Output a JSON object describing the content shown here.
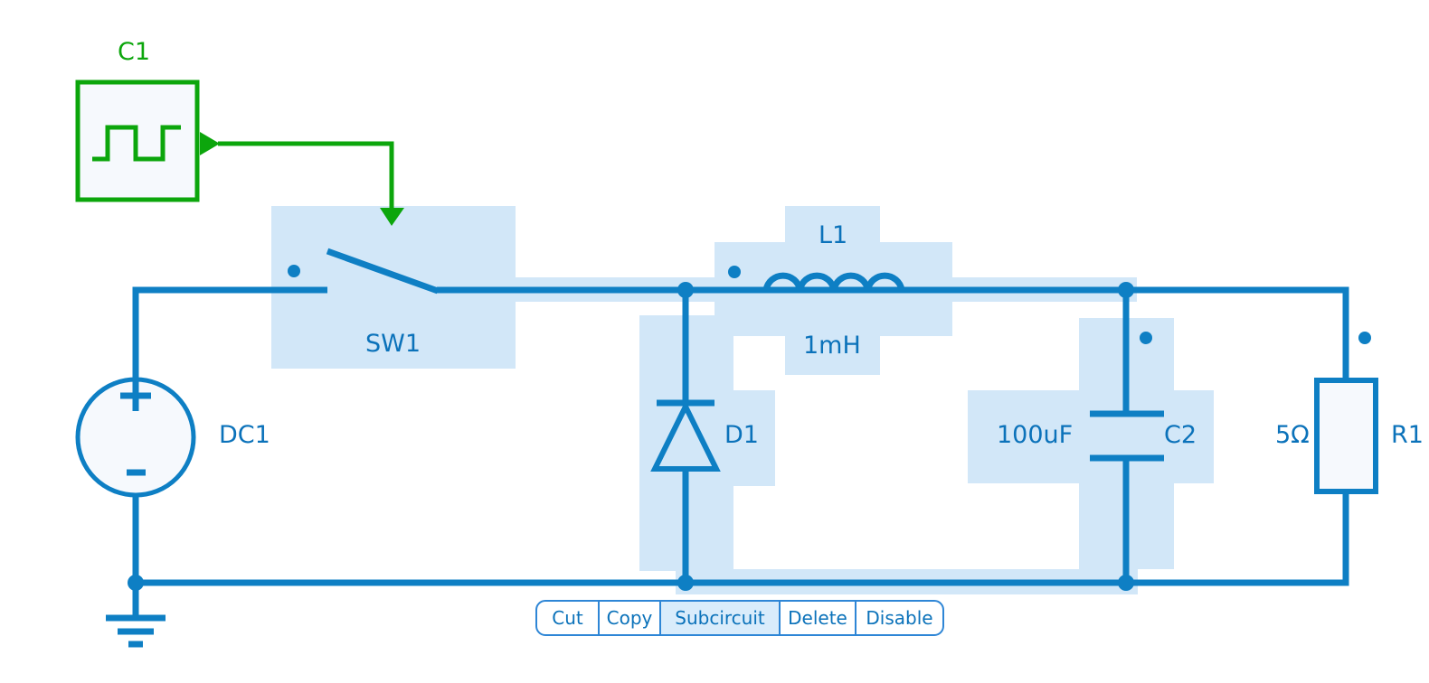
{
  "colors": {
    "wire": "#0e7fc4",
    "label_text": "#0b72ba",
    "selection_highlight": "#d2e7f8",
    "control_green": "#0ca60c",
    "component_fill": "#f6f9fd",
    "menu_border": "#2e86d6",
    "menu_hover_bg": "#d9ecfb"
  },
  "components": {
    "clock_source": {
      "label": "C1"
    },
    "switch": {
      "label": "SW1"
    },
    "dc_source": {
      "label": "DC1",
      "plus": "+",
      "minus": "-"
    },
    "diode": {
      "label": "D1"
    },
    "inductor": {
      "label": "L1",
      "value": "1mH"
    },
    "capacitor": {
      "label": "C2",
      "value": "100uF"
    },
    "resistor": {
      "label": "R1",
      "value": "5Ω"
    }
  },
  "context_menu": {
    "items": [
      "Cut",
      "Copy",
      "Subcircuit",
      "Delete",
      "Disable"
    ],
    "highlighted_item": "Subcircuit"
  }
}
